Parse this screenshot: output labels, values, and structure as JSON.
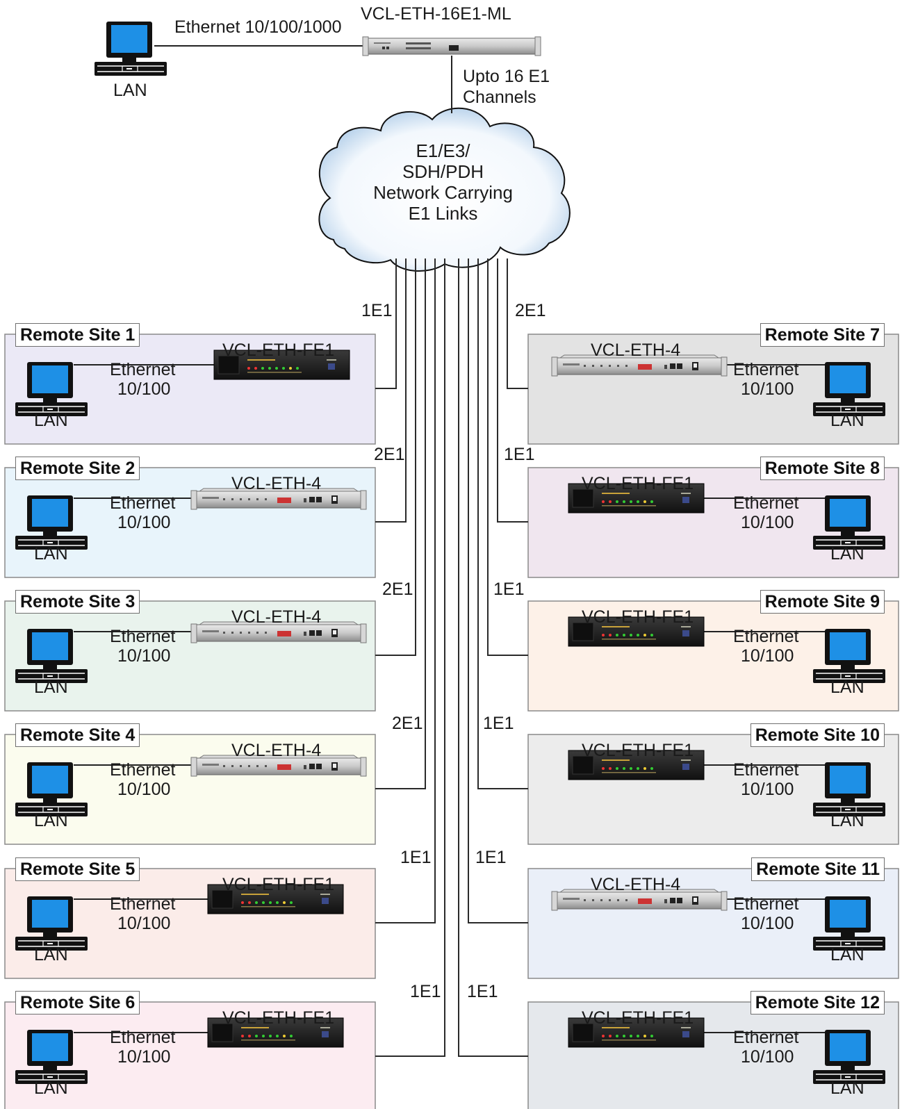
{
  "head": {
    "device": "VCL-ETH-16E1-ML",
    "link": "Ethernet 10/100/1000",
    "lan": "LAN",
    "uplink_line1": "Upto 16 E1",
    "uplink_line2": "Channels"
  },
  "cloud": {
    "line1": "E1/E3/",
    "line2": "SDH/PDH",
    "line3": "Network Carrying",
    "line4": "E1 Links"
  },
  "colors": {
    "screen": "#1e90e6",
    "line": "#2a2a2a",
    "site1": "#ebe9f6",
    "site2": "#e8f4fb",
    "site3": "#e9f3ed",
    "site4": "#fbfcee",
    "site5": "#fbece9",
    "site6": "#fcecf1",
    "site7": "#e3e3e3",
    "site8": "#f0e6ef",
    "site9": "#fdf1e8",
    "site10": "#ececec",
    "site11": "#eaeff8",
    "site12": "#e5e8ec"
  },
  "sites": [
    {
      "title": "Remote Site 1",
      "device": "VCL-ETH-FE1",
      "link": "1E1",
      "eth1": "Ethernet",
      "eth2": "10/100",
      "lan": "LAN"
    },
    {
      "title": "Remote Site 2",
      "device": "VCL-ETH-4",
      "link": "2E1",
      "eth1": "Ethernet",
      "eth2": "10/100",
      "lan": "LAN"
    },
    {
      "title": "Remote Site 3",
      "device": "VCL-ETH-4",
      "link": "2E1",
      "eth1": "Ethernet",
      "eth2": "10/100",
      "lan": "LAN"
    },
    {
      "title": "Remote Site 4",
      "device": "VCL-ETH-4",
      "link": "2E1",
      "eth1": "Ethernet",
      "eth2": "10/100",
      "lan": "LAN"
    },
    {
      "title": "Remote Site 5",
      "device": "VCL-ETH-FE1",
      "link": "1E1",
      "eth1": "Ethernet",
      "eth2": "10/100",
      "lan": "LAN"
    },
    {
      "title": "Remote Site 6",
      "device": "VCL-ETH-FE1",
      "link": "1E1",
      "eth1": "Ethernet",
      "eth2": "10/100",
      "lan": "LAN"
    },
    {
      "title": "Remote Site 7",
      "device": "VCL-ETH-4",
      "link": "2E1",
      "eth1": "Ethernet",
      "eth2": "10/100",
      "lan": "LAN"
    },
    {
      "title": "Remote Site 8",
      "device": "VCL-ETH-FE1",
      "link": "1E1",
      "eth1": "Ethernet",
      "eth2": "10/100",
      "lan": "LAN"
    },
    {
      "title": "Remote Site 9",
      "device": "VCL-ETH-FE1",
      "link": "1E1",
      "eth1": "Ethernet",
      "eth2": "10/100",
      "lan": "LAN"
    },
    {
      "title": "Remote Site 10",
      "device": "VCL-ETH-FE1",
      "link": "1E1",
      "eth1": "Ethernet",
      "eth2": "10/100",
      "lan": "LAN"
    },
    {
      "title": "Remote Site 11",
      "device": "VCL-ETH-4",
      "link": "1E1",
      "eth1": "Ethernet",
      "eth2": "10/100",
      "lan": "LAN"
    },
    {
      "title": "Remote Site 12",
      "device": "VCL-ETH-FE1",
      "link": "1E1",
      "eth1": "Ethernet",
      "eth2": "10/100",
      "lan": "LAN"
    }
  ]
}
